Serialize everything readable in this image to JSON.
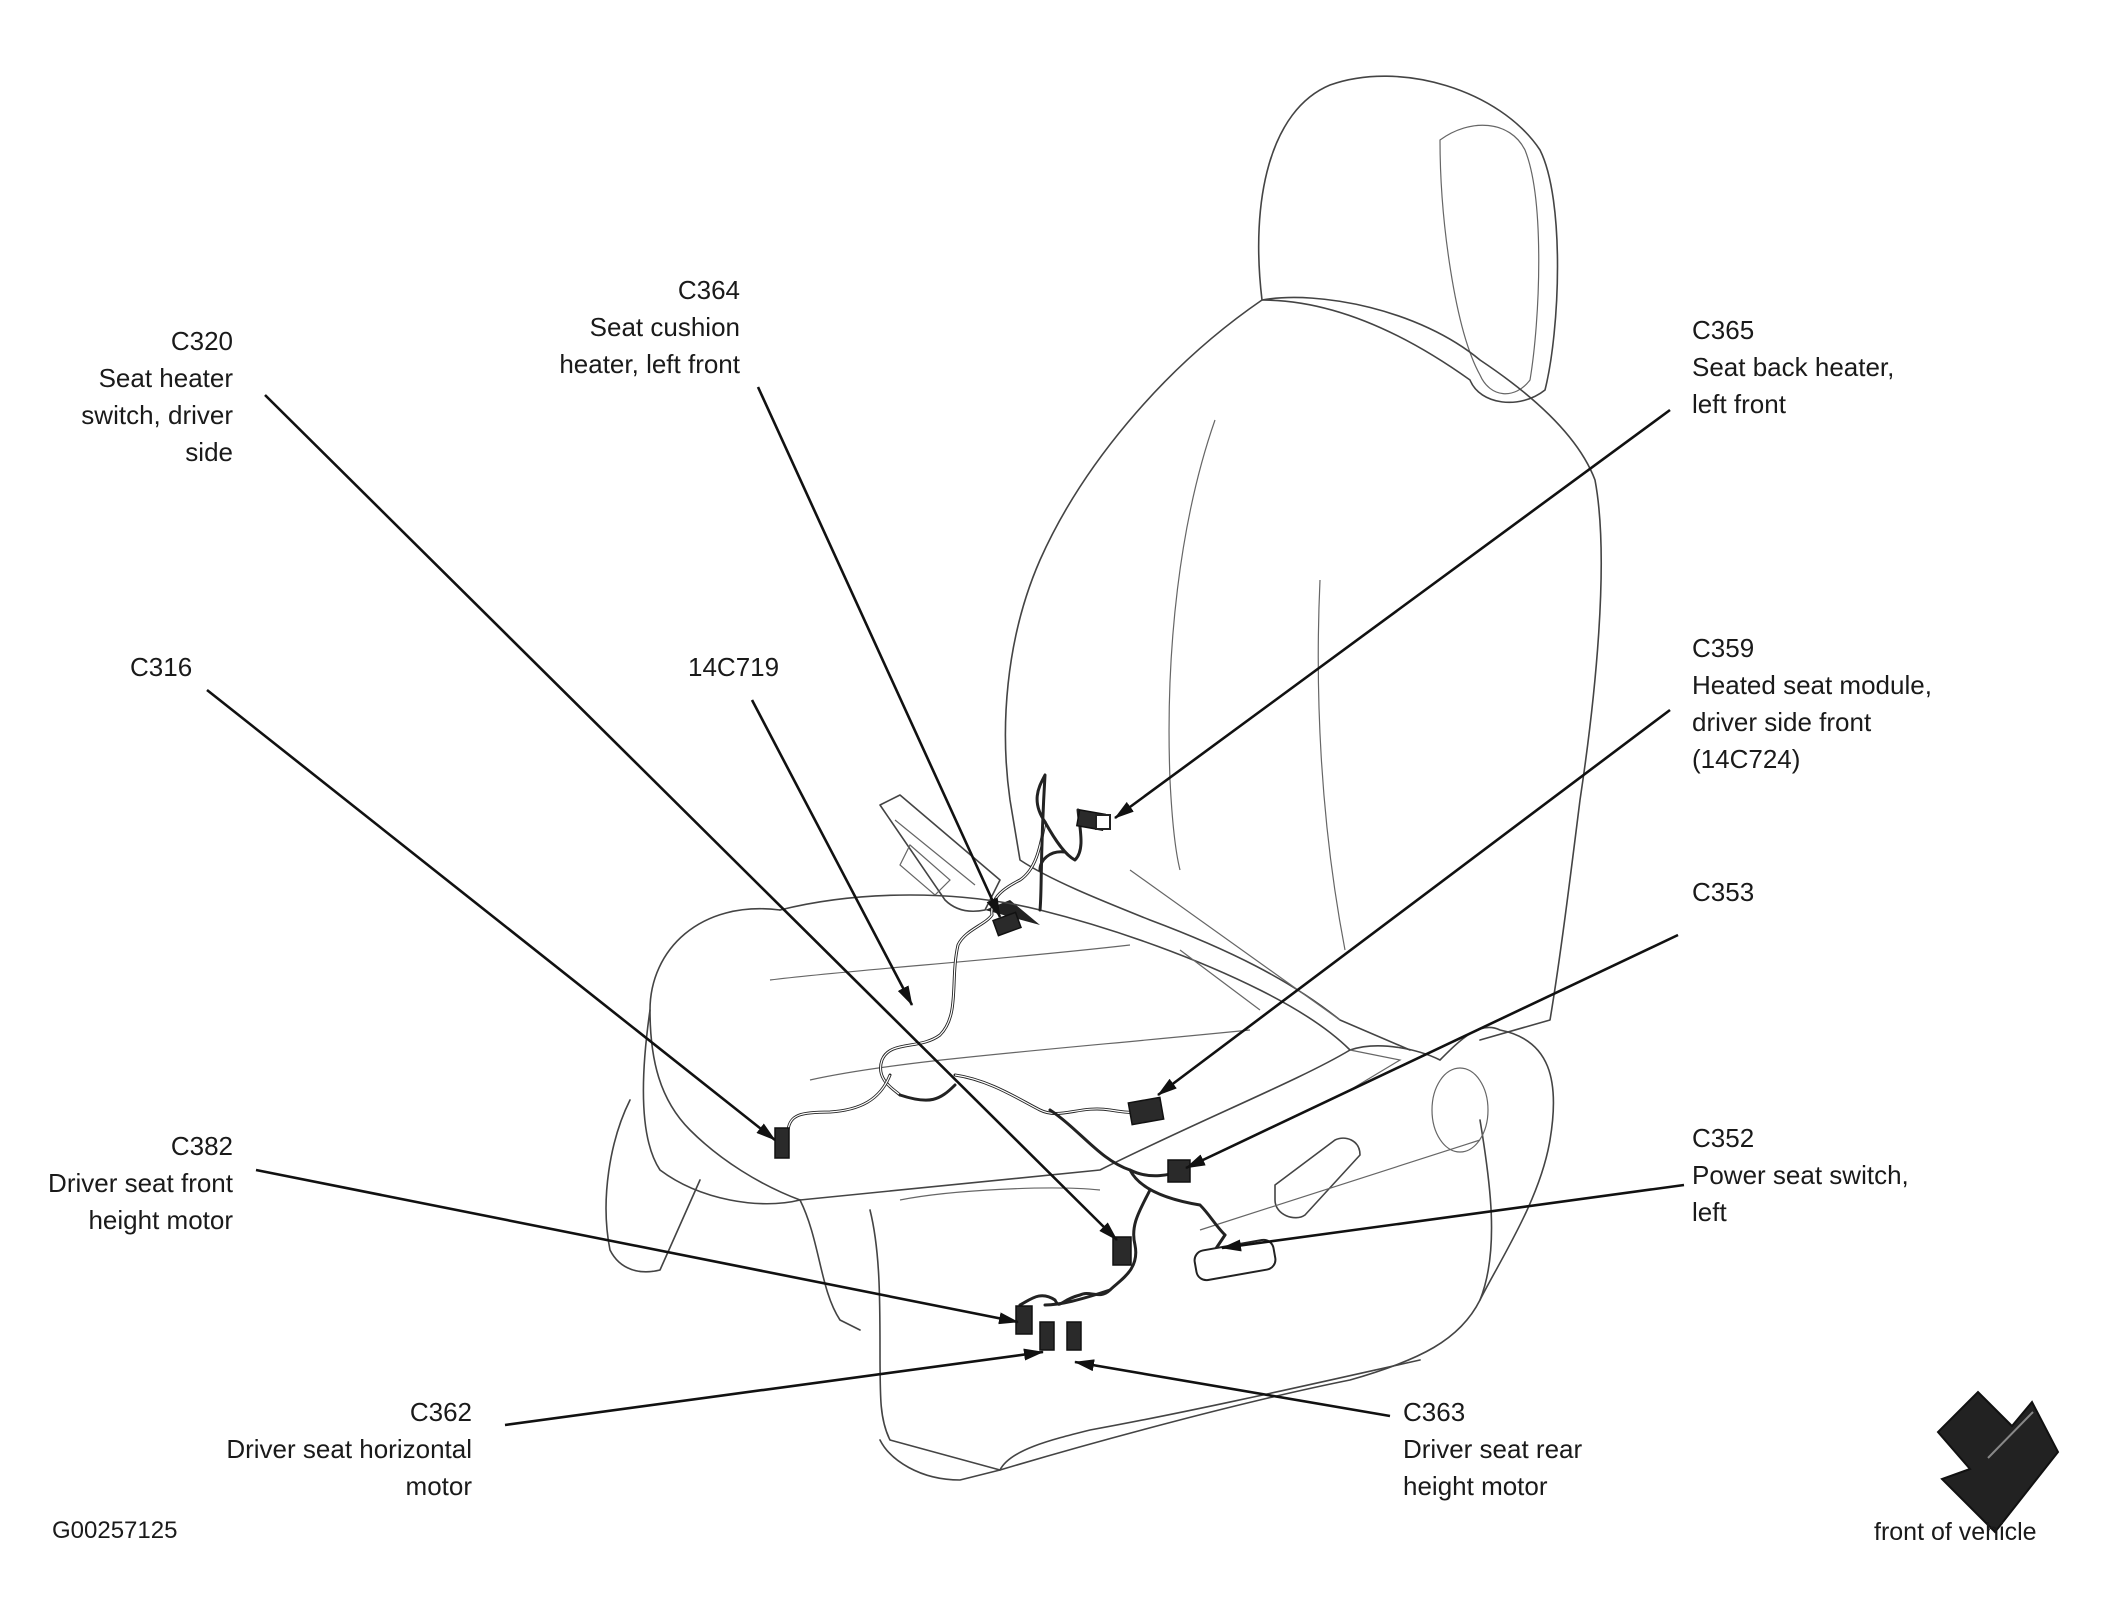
{
  "labels": {
    "c364": {
      "id": "C364",
      "desc": [
        "Seat cushion",
        "heater, left front"
      ]
    },
    "c320": {
      "id": "C320",
      "desc": [
        "Seat heater",
        "switch, driver",
        "side"
      ]
    },
    "c365": {
      "id": "C365",
      "desc": [
        "Seat back heater,",
        "left front"
      ]
    },
    "c316": {
      "id": "C316",
      "desc": []
    },
    "w14c719": {
      "id": "14C719",
      "desc": []
    },
    "c359": {
      "id": "C359",
      "desc": [
        "Heated seat module,",
        "driver side front",
        "(14C724)"
      ]
    },
    "c353": {
      "id": "C353",
      "desc": []
    },
    "c352": {
      "id": "C352",
      "desc": [
        "Power seat switch,",
        "left"
      ]
    },
    "c382": {
      "id": "C382",
      "desc": [
        "Driver seat front",
        "height motor"
      ]
    },
    "c362": {
      "id": "C362",
      "desc": [
        "Driver seat horizontal",
        "motor"
      ]
    },
    "c363": {
      "id": "C363",
      "desc": [
        "Driver seat rear",
        "height motor"
      ]
    }
  },
  "figure_id": "G00257125",
  "direction_note": "front of vehicle",
  "colors": {
    "line": "#111111",
    "outline": "#444444",
    "arrow_fill": "#333333",
    "background": "#ffffff"
  },
  "icons": [
    "front-of-vehicle-arrow-icon"
  ]
}
